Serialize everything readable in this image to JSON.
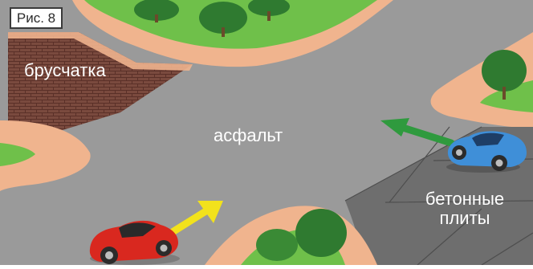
{
  "figure": {
    "label": "Рис. 8"
  },
  "zones": {
    "paving_stones": "брусчатка",
    "asphalt": "асфальт",
    "concrete_slabs_line1": "бетонные",
    "concrete_slabs_line2": "плиты"
  },
  "colors": {
    "asphalt": "#9a9a9a",
    "paving_stones": "#7a4a3e",
    "concrete_slabs": "#6e6e6e",
    "sidewalk": "#f0b48e",
    "grass": "#6fc04a",
    "red_car": "#d9281f",
    "blue_car": "#3f8fd8",
    "yellow_arrow": "#f2e21c",
    "green_arrow": "#2f9a3e"
  },
  "vehicles": [
    {
      "name": "red-car",
      "color": "red"
    },
    {
      "name": "blue-car",
      "color": "blue"
    }
  ],
  "arrows": [
    {
      "name": "yellow-arrow",
      "direction": "northeast"
    },
    {
      "name": "green-arrow",
      "direction": "west"
    }
  ]
}
